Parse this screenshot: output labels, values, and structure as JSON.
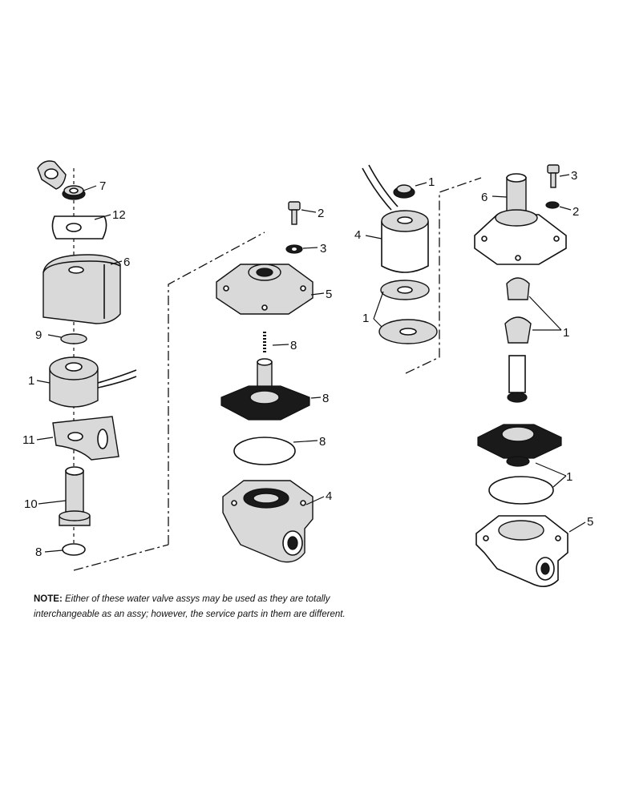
{
  "callouts": {
    "left": {
      "c7": "7",
      "c12": "12",
      "c6": "6",
      "c9": "9",
      "c1": "1",
      "c11": "11",
      "c10": "10",
      "c8": "8"
    },
    "middle": {
      "c2": "2",
      "c3": "3",
      "c5": "5",
      "c8a": "8",
      "c8b": "8",
      "c8c": "8",
      "c4": "4"
    },
    "right_a": {
      "c1a": "1",
      "c4": "4",
      "c1b": "1"
    },
    "right_b": {
      "c6": "6",
      "c3": "3",
      "c2": "2",
      "c1a": "1",
      "c1b": "1",
      "c5": "5"
    }
  },
  "note": {
    "label": "NOTE:",
    "text": "Either of these water valve assys may be used as they are totally interchangeable as an assy; however, the service parts in them are different."
  }
}
